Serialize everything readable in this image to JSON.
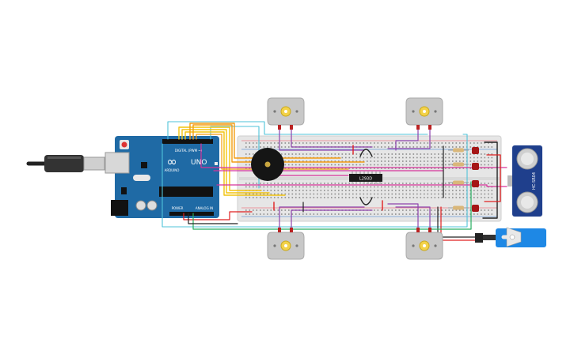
{
  "arduino": {
    "brand": "∞",
    "model": "UNO",
    "sub": "ARDUINO",
    "header_digital": "DIGITAL (PWM ~)",
    "header_power": "POWER",
    "header_analog": "ANALOG IN"
  },
  "driver_chip": {
    "label": "L293D"
  },
  "ultrasonic": {
    "label": "HC-SR04"
  },
  "colors": {
    "arduino_board": "#1f6aa5",
    "breadboard": "#e6e6e6",
    "motor_body": "#c8c8c8",
    "motor_shaft": "#f3d24a",
    "wire_yellow": "#f2c40f",
    "wire_orange": "#f39c12",
    "wire_magenta": "#d6339a",
    "wire_purple": "#8e44ad",
    "wire_cyan": "#4fc3d9",
    "wire_red": "#e02020",
    "wire_green": "#27ae60",
    "wire_black": "#222222",
    "servo_body": "#1e88e5"
  }
}
